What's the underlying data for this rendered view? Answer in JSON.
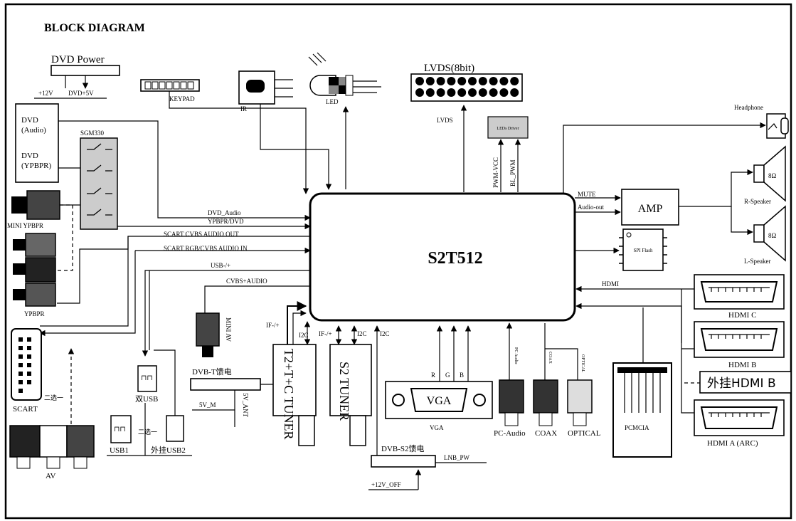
{
  "diagram": {
    "title": "BLOCK DIAGRAM",
    "chip": "S2T512",
    "blocks": {
      "dvd_power": "DVD Power",
      "dvd_12v": "+12V",
      "dvd_5v": "DVD+5V",
      "dvd_audio": "DVD\n(Audio)",
      "dvd_audio_l1": "DVD",
      "dvd_audio_l2": "(Audio)",
      "dvd_ypbpr_l1": "DVD",
      "dvd_ypbpr_l2": "(YPBPR)",
      "sgm": "SGM330",
      "keypad": "KEYPAD",
      "ir": "IR",
      "led": "LED",
      "lvds_conn": "LVDS(8bit)",
      "lvds": "LVDS",
      "leds_driver": "LEDs Driver",
      "pwm_vcc": "PWM-VCC",
      "bl_pwm": "BL_PWM",
      "headphone": "Headphone",
      "amp": "AMP",
      "mute": "MUTE",
      "audio_out": "Audio-out",
      "r_speaker": "R-Speaker",
      "l_speaker": "L-Speaker",
      "ohm_r": "8Ω",
      "ohm_l": "8Ω",
      "spi_flash": "SPI Flash",
      "hdmi": "HDMI",
      "hdmi_c": "HDMI C",
      "hdmi_b": "HDMI B",
      "hdmi_b_ext": "外挂HDMI B",
      "hdmi_a": "HDMI A (ARC)",
      "pcmcia": "PCMCIA",
      "mini_ypbpr": "MINI YPBPR",
      "ypbpr": "YPBPR",
      "scart": "SCART",
      "av": "AV",
      "mini_av": "MINI AV",
      "usb1": "USB1",
      "dual_usb": "双USB",
      "ext_usb2": "外挂USB2",
      "dvbt_feed": "DVB-T馈电",
      "v5m": "5V_M",
      "v5ant": "5V_ANT",
      "t2_tuner": "T2+T+C TUNER",
      "s2_tuner": "S2 TUNER",
      "if_1": "IF-/+",
      "if_2": "IF-/+",
      "i2c_1": "I2C",
      "i2c_2": "I2C",
      "i2c_3": "I2C",
      "dvbs2_feed": "DVB-S2馈电",
      "lnb_pw": "LNB_PW",
      "v12_off": "+12V_OFF",
      "vga": "VGA",
      "vga_label": "VGA",
      "r": "R",
      "g": "G",
      "b": "B",
      "pc_audio": "PC-Audio",
      "pc_audio_small": "PC Audio",
      "coax": "COAX",
      "coax_small": "COAX",
      "optical": "OPTICAL",
      "optical_small": "OPTICAL",
      "select_one_1": "二选一",
      "select_one_2": "二选一"
    },
    "signals": {
      "dvd_audio": "DVD_Audio",
      "ypbpr_dvd": "YPBPR/DVD",
      "scart_out": "SCART CVBS AUDIO OUT",
      "scart_in": "SCART RGB/CVBS AUDIO IN",
      "usb": "USB-/+",
      "cvbs_audio": "CVBS+AUDIO"
    }
  }
}
